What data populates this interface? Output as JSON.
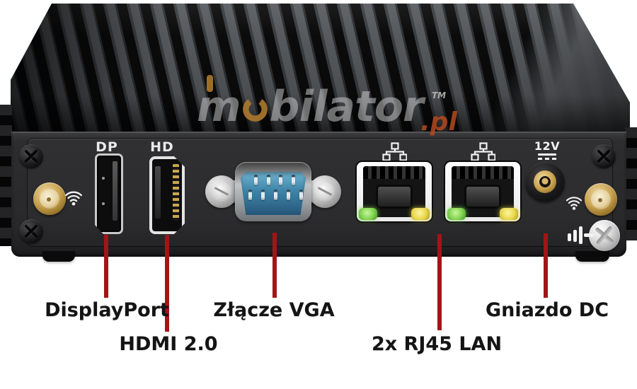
{
  "watermark": {
    "prefix": "m",
    "suffix": "bilator",
    "tld": ".pl",
    "tm": "TM"
  },
  "port_labels": {
    "displayport": "DP",
    "hdmi": "HD",
    "power": "12V"
  },
  "annotations": {
    "displayport": "DisplayPort",
    "hdmi": "HDMI 2.0",
    "vga": "Złącze VGA",
    "lan": "2x RJ45 LAN",
    "dc": "Gniazdo DC"
  },
  "colors": {
    "callout_line": "#a31418",
    "label_text": "#141414",
    "watermark_accent": "#a9772e",
    "tld_accent": "#b5491f",
    "vga_insert_blue": "#3f86aa",
    "led_green": "#7ed24e",
    "led_yellow": "#e8d74a",
    "antenna_gold": "#c6a04f"
  },
  "icons": {
    "wifi": "wifi-arcs",
    "lan": "network-nodes",
    "dc_symbol": "solid-over-dashed-line",
    "power": "power-ring-with-bar",
    "antenna_bars": "ascending-bars"
  }
}
